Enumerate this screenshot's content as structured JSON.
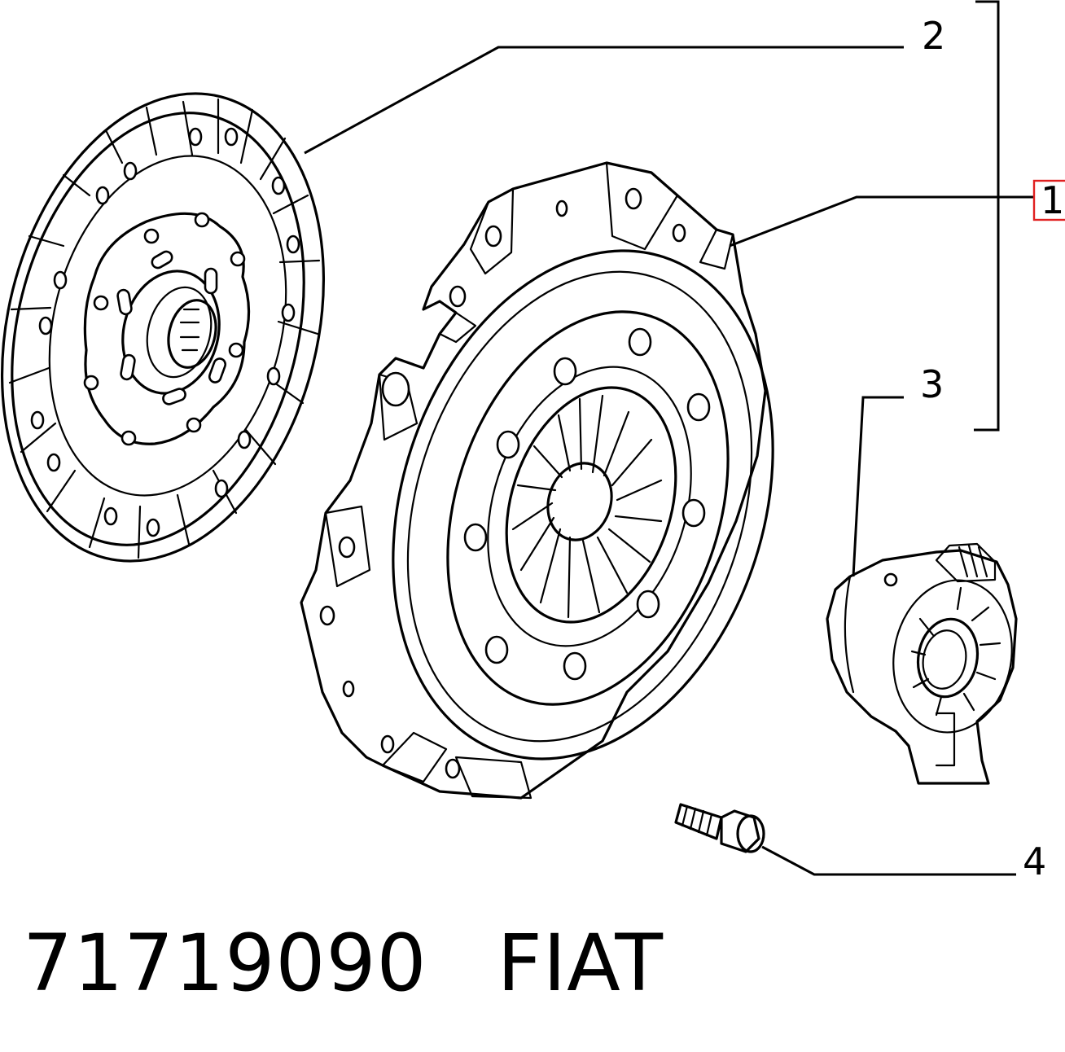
{
  "callouts": {
    "c1": "1",
    "c2": "2",
    "c3": "3",
    "c4": "4"
  },
  "footer": {
    "part_number": "71719090",
    "brand": "FIAT"
  },
  "highlight_color": "#e02020"
}
